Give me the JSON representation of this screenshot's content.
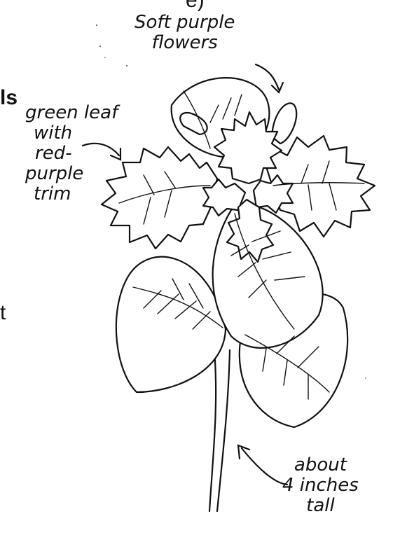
{
  "page_fragments": {
    "top": "e)",
    "left_bold": "ls",
    "left_mid": "t"
  },
  "annotations": {
    "flowers": [
      "Soft purple",
      "flowers"
    ],
    "leaf": [
      "green leaf",
      "with",
      "red-",
      "purple",
      "trim"
    ],
    "height": [
      "about",
      "4 inches",
      "tall"
    ]
  }
}
